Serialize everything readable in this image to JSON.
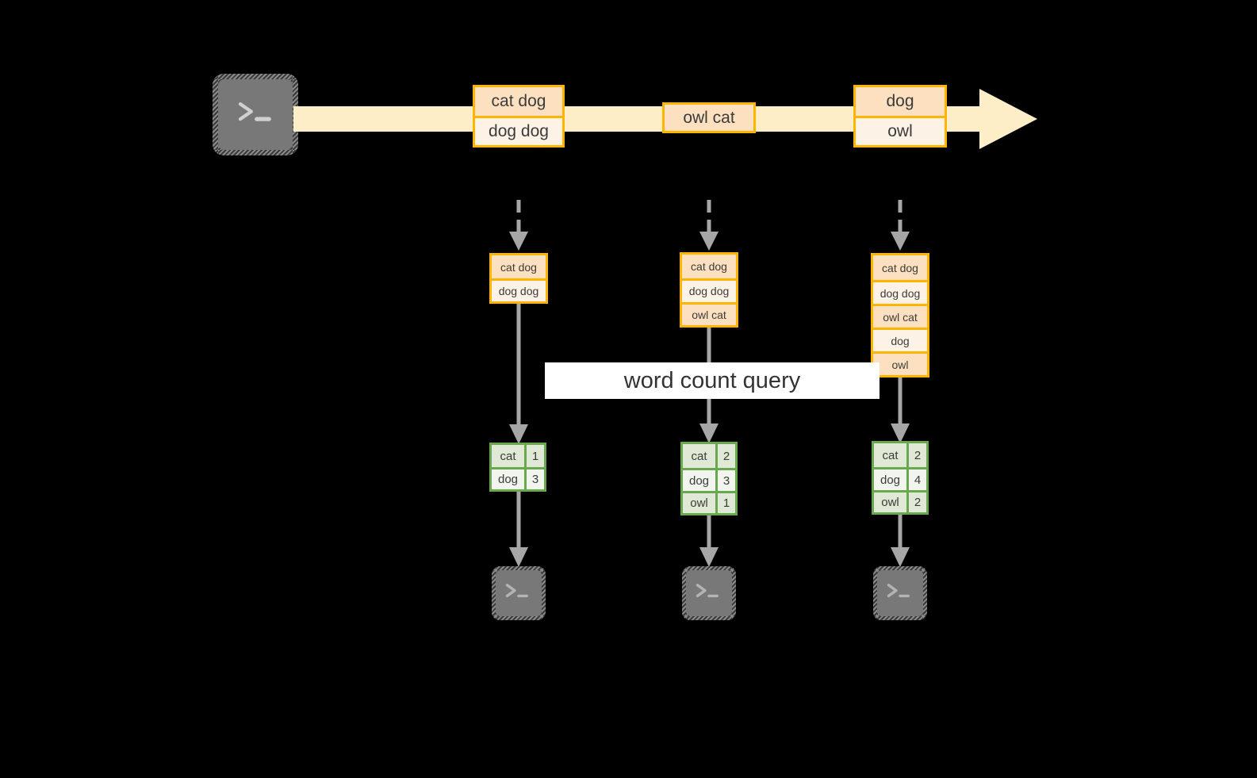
{
  "diagram": {
    "title_label": "word count query",
    "colors": {
      "stream_arrow": "#fdeec8",
      "box_border": "#ffb400",
      "box_fill_dark": "#fce0c0",
      "box_fill_light": "#fdf2e6",
      "table_border": "#6aa84f",
      "table_fill_dark": "#dfe9d5",
      "table_fill_light": "#f1f5ee",
      "arrow_gray": "#a6a6a6",
      "terminal_gray": "#787878",
      "background": "#000000"
    },
    "producer": {
      "icon": "terminal-icon",
      "prompt": ">_"
    },
    "stream": {
      "groups": [
        {
          "name": "group-1",
          "rows": [
            {
              "text": "cat dog",
              "shade": "dark"
            },
            {
              "text": "dog dog",
              "shade": "light"
            }
          ]
        },
        {
          "name": "group-2",
          "rows": [
            {
              "text": "owl cat",
              "shade": "dark"
            }
          ]
        },
        {
          "name": "group-3",
          "rows": [
            {
              "text": "dog",
              "shade": "dark"
            },
            {
              "text": "owl",
              "shade": "light"
            }
          ]
        }
      ]
    },
    "stages": [
      {
        "name": "stage-1",
        "accumulated": [
          {
            "text": "cat dog",
            "shade": "dark"
          },
          {
            "text": "dog dog",
            "shade": "light"
          }
        ],
        "result": [
          {
            "word": "cat",
            "count": "1",
            "shade": "dark"
          },
          {
            "word": "dog",
            "count": "3",
            "shade": "light"
          }
        ],
        "consumer": {
          "icon": "terminal-icon",
          "prompt": ">_"
        }
      },
      {
        "name": "stage-2",
        "accumulated": [
          {
            "text": "cat dog",
            "shade": "dark"
          },
          {
            "text": "dog dog",
            "shade": "light"
          },
          {
            "text": "owl cat",
            "shade": "dark"
          }
        ],
        "result": [
          {
            "word": "cat",
            "count": "2",
            "shade": "dark"
          },
          {
            "word": "dog",
            "count": "3",
            "shade": "light"
          },
          {
            "word": "owl",
            "count": "1",
            "shade": "dark"
          }
        ],
        "consumer": {
          "icon": "terminal-icon",
          "prompt": ">_"
        }
      },
      {
        "name": "stage-3",
        "accumulated": [
          {
            "text": "cat dog",
            "shade": "dark"
          },
          {
            "text": "dog dog",
            "shade": "light"
          },
          {
            "text": "owl cat",
            "shade": "dark"
          },
          {
            "text": "dog",
            "shade": "light"
          },
          {
            "text": "owl",
            "shade": "dark"
          }
        ],
        "result": [
          {
            "word": "cat",
            "count": "2",
            "shade": "dark"
          },
          {
            "word": "dog",
            "count": "4",
            "shade": "light"
          },
          {
            "word": "owl",
            "count": "2",
            "shade": "dark"
          }
        ],
        "consumer": {
          "icon": "terminal-icon",
          "prompt": ">_"
        }
      }
    ]
  }
}
